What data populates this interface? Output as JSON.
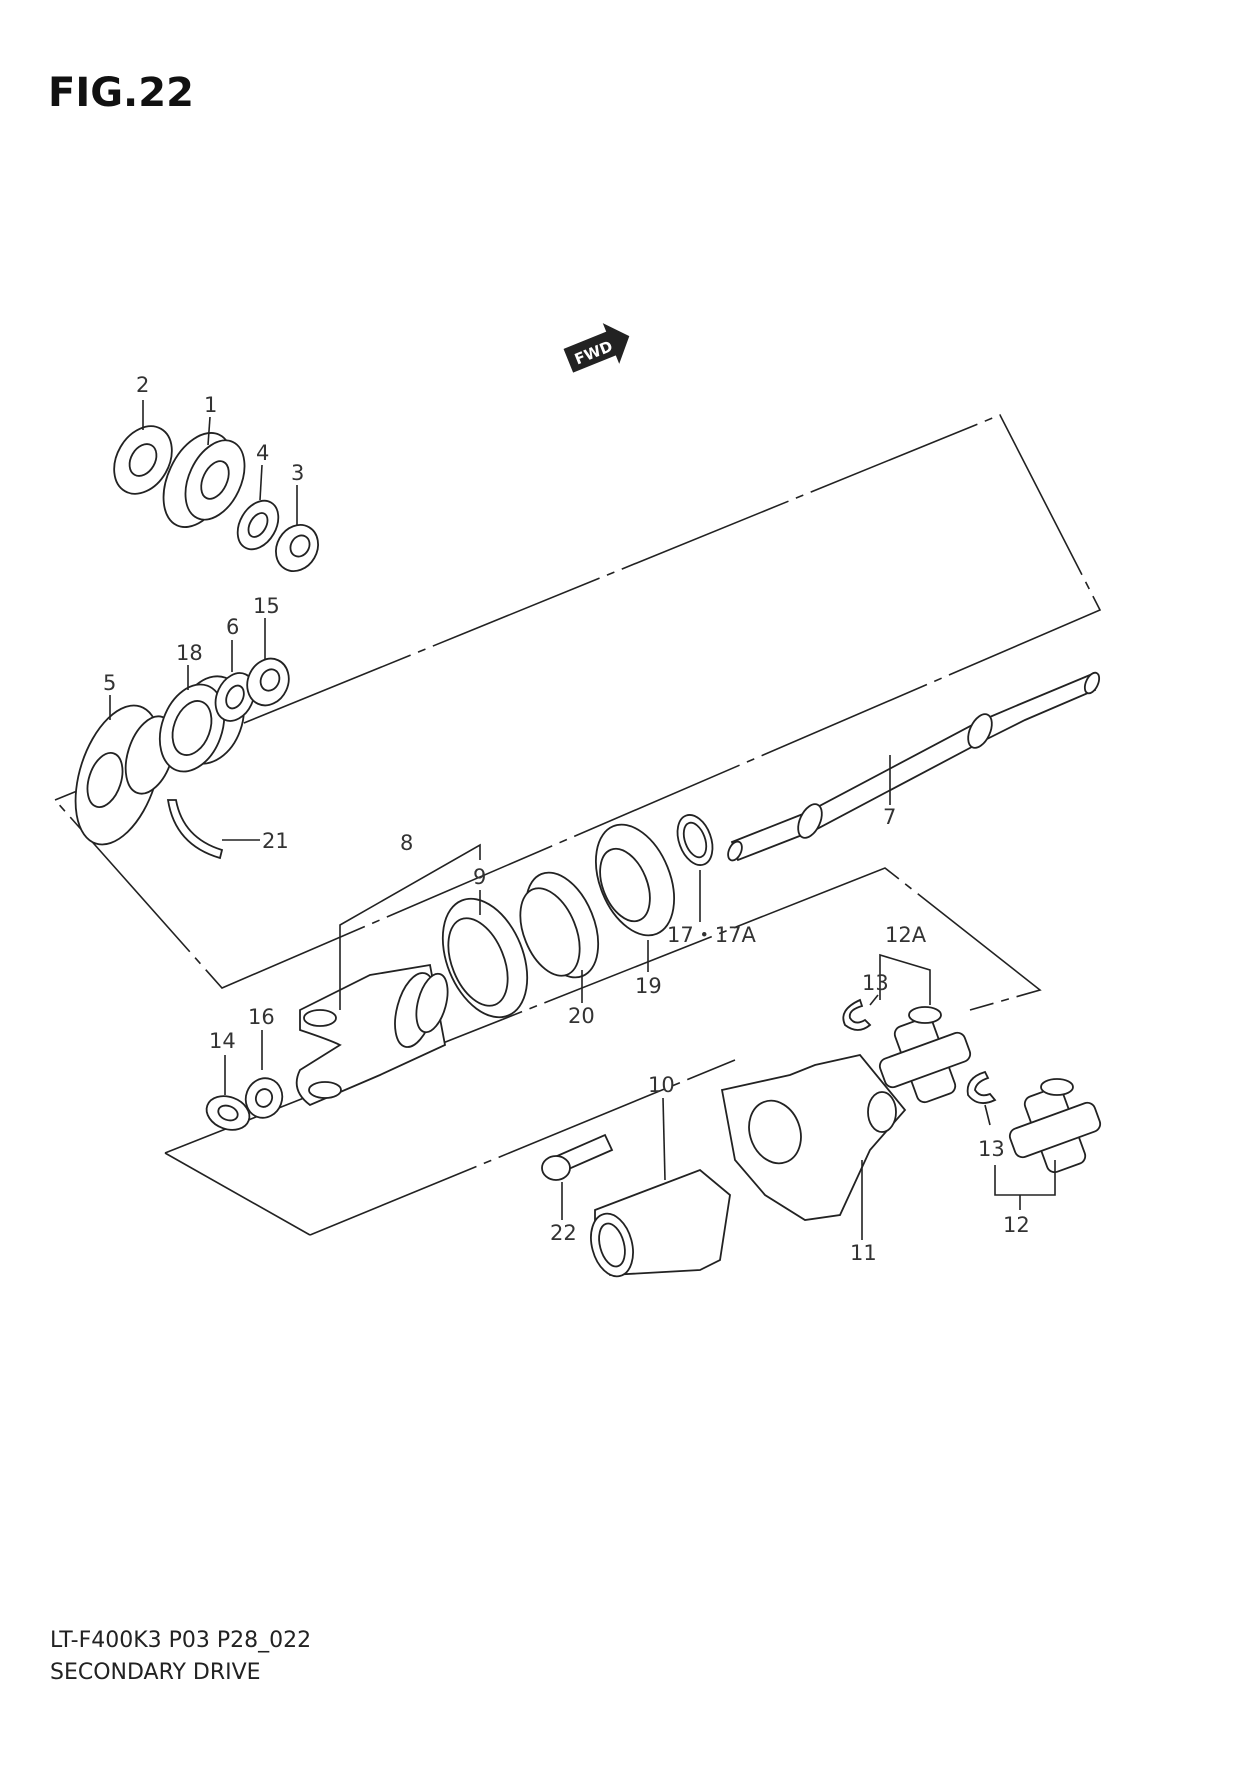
{
  "figure": {
    "title": "FIG.22"
  },
  "fwd_badge": "FWD",
  "footer": {
    "code": "LT-F400K3 P03 P28_022",
    "name": "SECONDARY DRIVE"
  },
  "callouts": [
    {
      "id": "c2",
      "label": "2"
    },
    {
      "id": "c1",
      "label": "1"
    },
    {
      "id": "c4",
      "label": "4"
    },
    {
      "id": "c3",
      "label": "3"
    },
    {
      "id": "c6",
      "label": "6"
    },
    {
      "id": "c15",
      "label": "15"
    },
    {
      "id": "c18",
      "label": "18"
    },
    {
      "id": "c5",
      "label": "5"
    },
    {
      "id": "c21",
      "label": "21"
    },
    {
      "id": "c7",
      "label": "7"
    },
    {
      "id": "c8",
      "label": "8"
    },
    {
      "id": "c9",
      "label": "9"
    },
    {
      "id": "c17",
      "label": "17・17A"
    },
    {
      "id": "c19",
      "label": "19"
    },
    {
      "id": "c20",
      "label": "20"
    },
    {
      "id": "c16",
      "label": "16"
    },
    {
      "id": "c14",
      "label": "14"
    },
    {
      "id": "c12a",
      "label": "12A"
    },
    {
      "id": "c13a",
      "label": "13"
    },
    {
      "id": "c10",
      "label": "10"
    },
    {
      "id": "c13b",
      "label": "13"
    },
    {
      "id": "c22",
      "label": "22"
    },
    {
      "id": "c11",
      "label": "11"
    },
    {
      "id": "c12",
      "label": "12"
    }
  ]
}
